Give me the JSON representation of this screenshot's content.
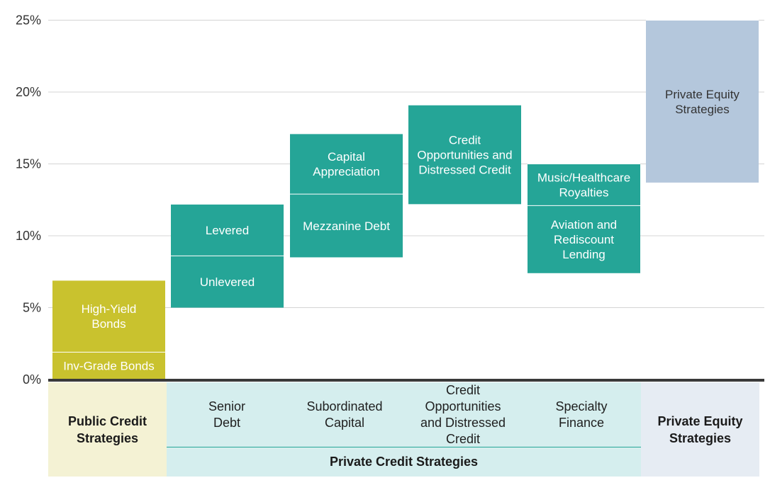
{
  "chart_data": {
    "type": "bar",
    "ylim": [
      0,
      25
    ],
    "yticks": [
      "0%",
      "5%",
      "10%",
      "15%",
      "20%",
      "25%"
    ],
    "colors": {
      "public": "#c9c22e",
      "private_credit": "#25a597",
      "private_equity": "#b4c7dc",
      "public_band": "#f4f2d4",
      "private_credit_band": "#d5eeee",
      "private_equity_band": "#e6ecf3",
      "axis": "#3a3a3a",
      "grid": "#d4d4d4",
      "label_dark": "#333333"
    },
    "ranges": [
      {
        "column": 0,
        "label": "High-Yield\nBonds",
        "low": 1.9,
        "high": 6.9,
        "color": "public"
      },
      {
        "column": 0,
        "label": "Inv-Grade Bonds",
        "low": 0,
        "high": 1.9,
        "color": "public"
      },
      {
        "column": 1,
        "label": "Levered",
        "low": 8.6,
        "high": 12.2,
        "color": "private_credit"
      },
      {
        "column": 1,
        "label": "Unlevered",
        "low": 5.0,
        "high": 8.6,
        "color": "private_credit"
      },
      {
        "column": 2,
        "label": "Capital\nAppreciation",
        "low": 12.9,
        "high": 17.1,
        "color": "private_credit"
      },
      {
        "column": 2,
        "label": "Mezzanine Debt",
        "low": 8.5,
        "high": 12.9,
        "color": "private_credit"
      },
      {
        "column": 3,
        "label": "Credit\nOpportunities and\nDistressed Credit",
        "low": 12.2,
        "high": 19.1,
        "color": "private_credit"
      },
      {
        "column": 4,
        "label": "Music/Healthcare\nRoyalties",
        "low": 12.1,
        "high": 15.0,
        "color": "private_credit"
      },
      {
        "column": 4,
        "label": "Aviation and\nRediscount\nLending",
        "low": 7.4,
        "high": 12.1,
        "color": "private_credit"
      },
      {
        "column": 5,
        "label": "Private Equity\nStrategies",
        "low": 13.7,
        "high": 25.0,
        "color": "private_equity"
      }
    ],
    "categories": [
      "Public Credit\nStrategies",
      "Senior\nDebt",
      "Subordinated\nCapital",
      "Credit\nOpportunities\nand Distressed\nCredit",
      "Specialty\nFinance",
      "Private Equity\nStrategies"
    ],
    "group_label": "Private Credit Strategies"
  }
}
